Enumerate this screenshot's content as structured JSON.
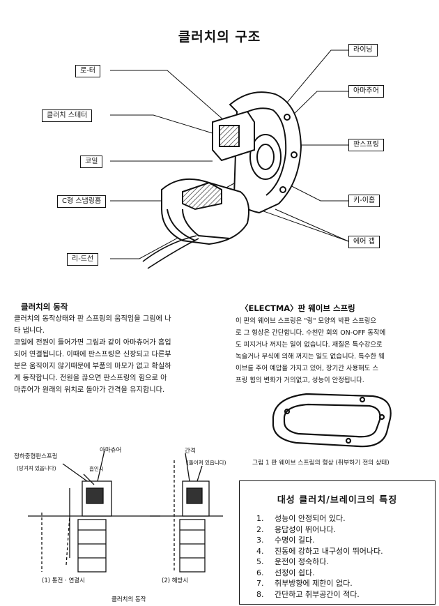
{
  "title": "클러치의 구조",
  "labels_left": [
    "로-터",
    "클러치 스테터",
    "코일",
    "C형 스냅링홈",
    "리-드선"
  ],
  "labels_right": [
    "라이닝",
    "아마추어",
    "판스프링",
    "키-이홈",
    "에어 갭"
  ],
  "operation": {
    "heading": "클러치의 동작",
    "lines": [
      "클러치의 동작상태와 판 스프링의 움직임을 그림에 나",
      "타 냅니다.",
      "코일에 전원이 들어가면 그림과 같이 아마츄어가 흡입",
      "되어 연결됩니다. 이때에 판스프링은 신장되고 다른부",
      "분은 움직이지 않기때문에 부품의 마모가 없고 확실하",
      "게 동작합니다. 전원을 끊으면 판스프링의 힘으로 아",
      "마츄어가 원래의 위치로 돌아가 간격을 유지합니다."
    ]
  },
  "spring": {
    "heading": "〈ELECTMA〉판 웨이브 스프링",
    "lines": [
      "이 판의 웨이브 스프링은 \"링\" 모양의 박판 스프링으",
      "로 그 형상은 간단합니다. 수천만 회의 ON-OFF 동작에",
      "도 피지거나 꺼지는 일이 없습니다. 재질은 특수강으로",
      "녹슬거나 부식에 의해 꺼지는 일도 없습니다. 특수한 웨",
      "이브를 주어 예압을 가지고 있어, 장기간 사용해도 스",
      "프링 힘의 변화가 거의없고, 성능이 안정됩니다."
    ],
    "figure_caption": "그림 1   판 웨이브 스프링의 형상 (취부하기 전의 상태)"
  },
  "diagram": {
    "label_spring": "정하중형판스프링",
    "label_spring_sub": "(당겨져 있읍니다)",
    "label_armature": "아마츄어",
    "label_armature_sub": "흡인시",
    "label_gap": "간격",
    "label_gap_sub": "(돌어져 있읍니다)",
    "caption_1": "(1) 통전 · 연결시",
    "caption_2": "(2) 해방시",
    "caption_main": "클러치의 동작"
  },
  "features": {
    "title": "대성 클러치/브레이크의 특징",
    "items": [
      {
        "num": "1.",
        "text": "성능이 안정되어 있다."
      },
      {
        "num": "2.",
        "text": "응답성이 뛰어나다."
      },
      {
        "num": "3.",
        "text": "수명이 길다."
      },
      {
        "num": "4.",
        "text": "진동에 강하고 내구성이 뛰어나다."
      },
      {
        "num": "5.",
        "text": "운전이 정숙하다."
      },
      {
        "num": "6.",
        "text": "선정이 쉽다."
      },
      {
        "num": "7.",
        "text": "취부방향에 제한이 없다."
      },
      {
        "num": "8.",
        "text": "간단하고 취부공간이 적다."
      }
    ]
  }
}
